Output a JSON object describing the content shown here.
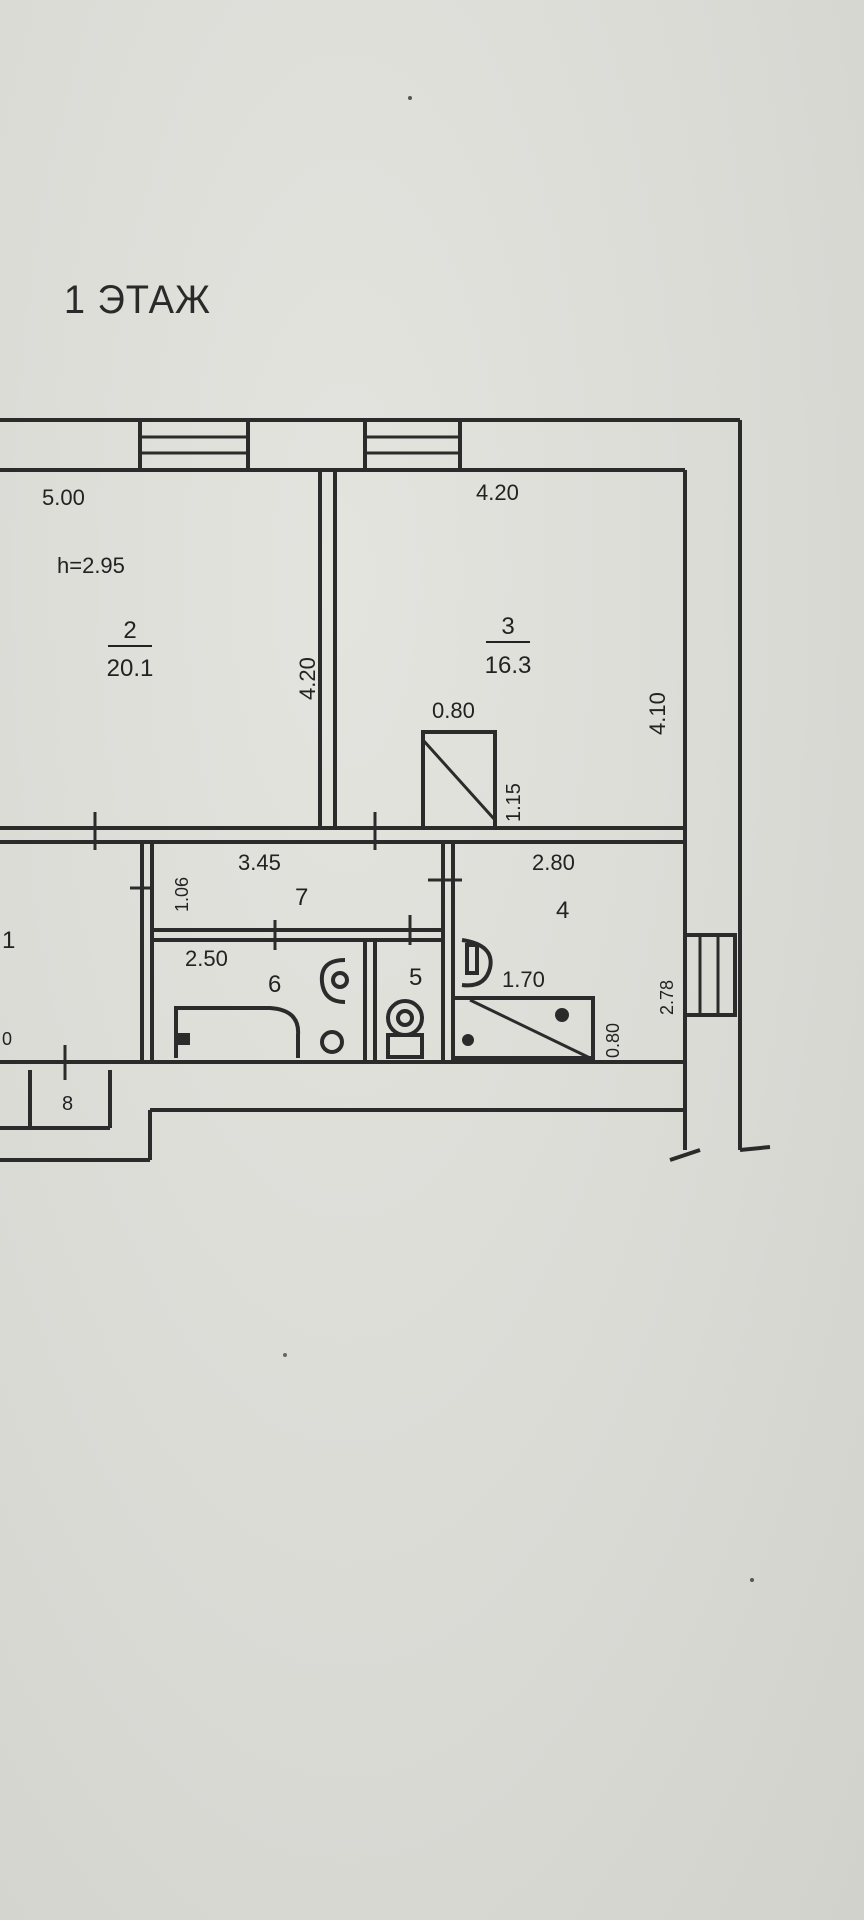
{
  "floor_title": "1 ЭТАЖ",
  "rooms": {
    "r2": {
      "number": "2",
      "area": "20.1"
    },
    "r3": {
      "number": "3",
      "area": "16.3"
    },
    "r7": {
      "number": "7"
    },
    "r4": {
      "number": "4"
    },
    "r6": {
      "number": "6"
    },
    "r5": {
      "number": "5"
    },
    "r1": {
      "number": "1"
    },
    "r8": {
      "number": "8"
    }
  },
  "height_note": "h=2.95",
  "dimensions": {
    "d_500": "5.00",
    "d_420_top": "4.20",
    "d_420_side": "4.20",
    "d_410": "4.10",
    "d_080_closet": "0.80",
    "d_115": "1.15",
    "d_345": "3.45",
    "d_106": "1.06",
    "d_280": "2.80",
    "d_250": "2.50",
    "d_170": "1.70",
    "d_080_kitchen": "0.80",
    "d_278": "2.78",
    "d_edge": "0"
  },
  "colors": {
    "ink": "#2b2b2b",
    "paper": "#dcdcd7"
  }
}
